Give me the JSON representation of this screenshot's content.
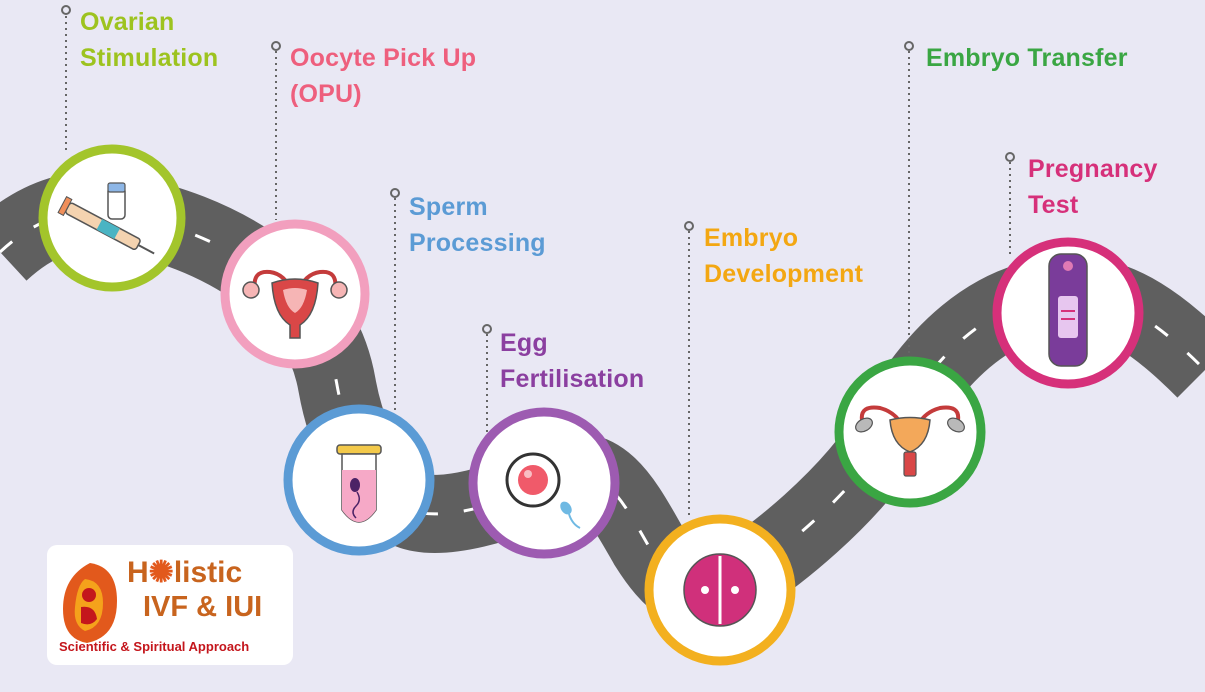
{
  "steps": [
    {
      "id": "ovarian",
      "line1": "Ovarian",
      "line2": "Stimulation",
      "color": "#9dc31f",
      "icon": "syringe-icon"
    },
    {
      "id": "opu",
      "line1": "Oocyte Pick Up",
      "line2": "(OPU)",
      "color": "#ee5f7d",
      "icon": "uterus-icon"
    },
    {
      "id": "sperm",
      "line1": "Sperm",
      "line2": "Processing",
      "color": "#5b9bd5",
      "icon": "test-tube-sperm-icon"
    },
    {
      "id": "egg",
      "line1": "Egg",
      "line2": "Fertilisation",
      "color": "#8b3fa0",
      "icon": "egg-sperm-icon"
    },
    {
      "id": "embryo-dev",
      "line1": "Embryo",
      "line2": "Development",
      "color": "#f3a712",
      "icon": "embryo-icon"
    },
    {
      "id": "embryo-transfer",
      "line1": "Embryo Transfer",
      "line2": "",
      "color": "#3aa643",
      "icon": "uterus-transfer-icon"
    },
    {
      "id": "pregnancy",
      "line1": "Pregnancy",
      "line2": "Test",
      "color": "#d6307a",
      "icon": "pregnancy-test-icon"
    }
  ],
  "logo": {
    "title_part1": "H",
    "title_part2": "listic",
    "subtitle": "IVF & IUI",
    "tagline": "Scientific & Spiritual Approach",
    "brand_color": "#c8641e",
    "tagline_color": "#c4161c"
  }
}
